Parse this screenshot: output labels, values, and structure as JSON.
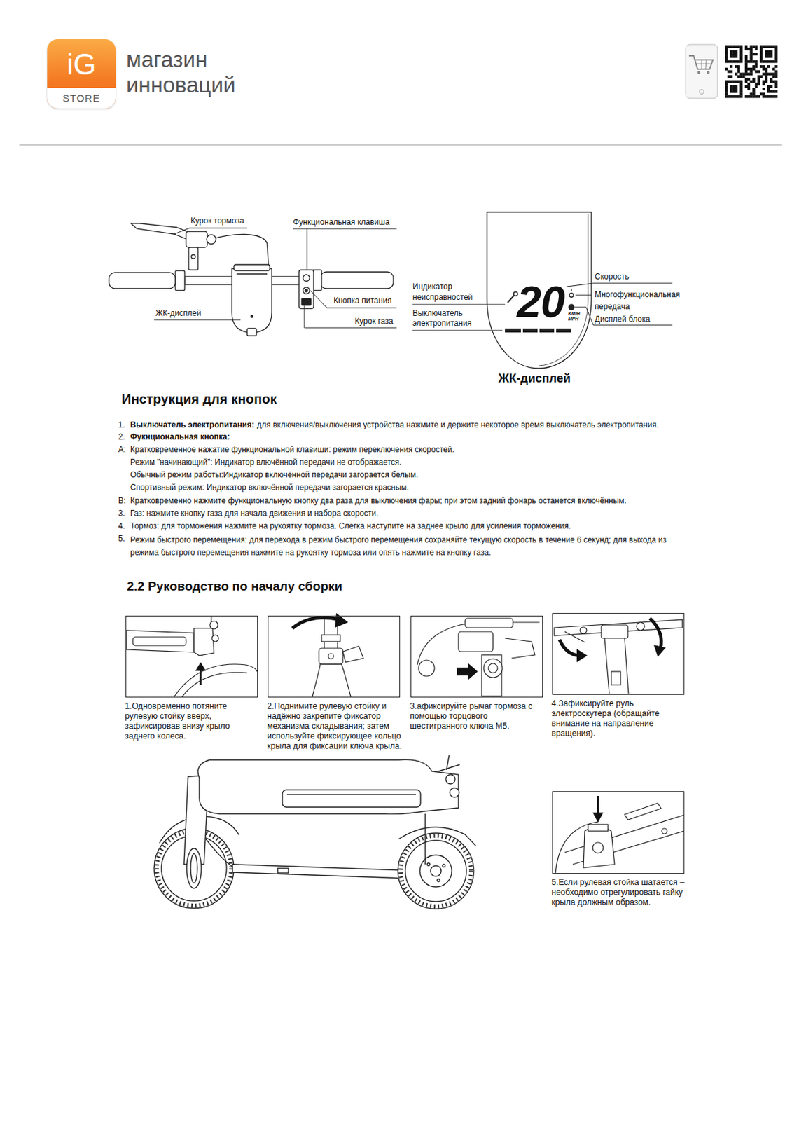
{
  "diagram": {
    "nodes": [
      {
        "text": [
          "iG",
          "STORE"
        ]
      },
      {
        "text": [
          "1.Одновременно потяните рулевую стойку вверх, зафиксировав внизу крыло заднего колеса."
        ]
      },
      {
        "text": [
          "2.Поднимите рулевую стойку и надёжно закрепите фиксатор механизма складывания; затем используйте фиксирующее кольцо крыла для фиксации ключа крыла."
        ]
      },
      {
        "text": [
          "3.афиксируйте рычаг тормоза с помощью торцового шестигранного ключа M5."
        ]
      },
      {
        "text": [
          "4.Зафиксируйте руль электроскутера (обращайте внимание на направление вращения)."
        ]
      },
      {
        "text": [
          "5.Если рулевая стойка шатается – необходимо отрегулировать гайку крыла должным образом."
        ]
      }
    ],
    "labels": [
      "магазин",
      "инноваций",
      "Курок тормоза",
      "Функциональная клавиша",
      "Кнопка питания",
      "ЖК-дисплей",
      "Курок газа",
      "Индикатор неисправностей",
      "Выключатель электропитания",
      "20",
      "KM/H",
      "MPH",
      "Скорость",
      "Многофункциональная передача",
      "Дисплей блока",
      "ЖК-дисплей",
      "Инструкция для кнопок",
      "1.",
      "Выключатель электропитания:",
      "для включения/выключения устройства нажмите и держите некоторое время выключатель электропитания.",
      "2.",
      "Фукнциональная кнопка:",
      "A:",
      "Кратковременное нажатие функциональной клавиши: режим переключения скоростей.",
      "Режим \"начинающий\": Индикатор влючённой передачи не отображается.",
      "Обычный режим работы:Индикатор включённой передачи загорается белым.",
      "Спортивный режим: Индикатор включённой передачи загорается красным.",
      "B:",
      "Кратковременно нажмите функциональную кнопку два раза для выключения фары; при этом задний фонарь останется включённым.",
      "3.",
      "Газ: нажмите кнопку газа для начала движения и набора скорости.",
      "4.",
      "Тормоз: для торможения нажмите на рукоятку тормоза. Слегка наступите на заднее крыло для усиления торможения.",
      "5.",
      "Режим быстрого перемещения: для перехода в режим быстрого перемещения сохраняйте текущую скорость в течение 6 секунд; для выхода из режима быстрого перемещения нажмите на рукоятку тормоза или опять нажмите на кнопку газа.",
      "2.2 Руководство по началу сборки"
    ]
  }
}
